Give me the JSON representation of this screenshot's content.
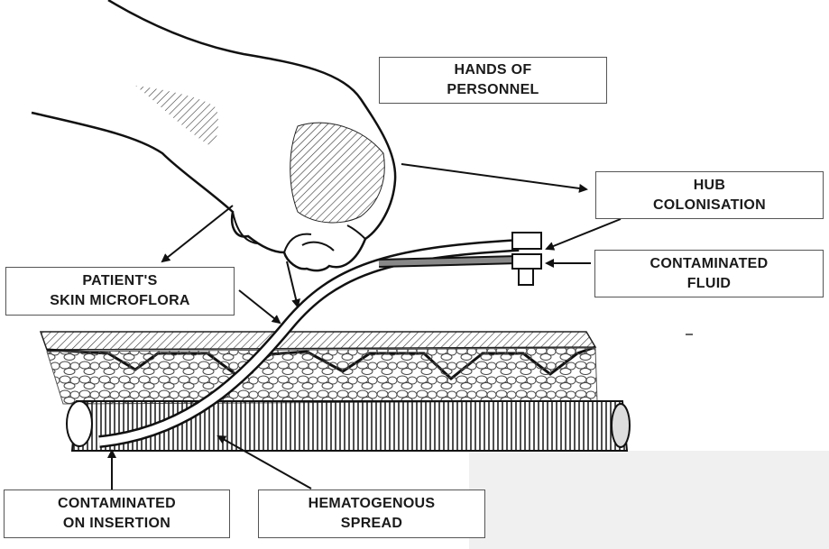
{
  "labels": {
    "hands": {
      "line1": "HANDS OF",
      "line2": "PERSONNEL"
    },
    "hub": {
      "line1": "HUB",
      "line2": "COLONISATION"
    },
    "fluid": {
      "line1": "CONTAMINATED",
      "line2": "FLUID"
    },
    "skin": {
      "line1": "PATIENT'S",
      "line2": "SKIN MICROFLORA"
    },
    "insertion": {
      "line1": "CONTAMINATED",
      "line2": "ON INSERTION"
    },
    "hematogenous": {
      "line1": "HEMATOGENOUS",
      "line2": "SPREAD"
    }
  }
}
